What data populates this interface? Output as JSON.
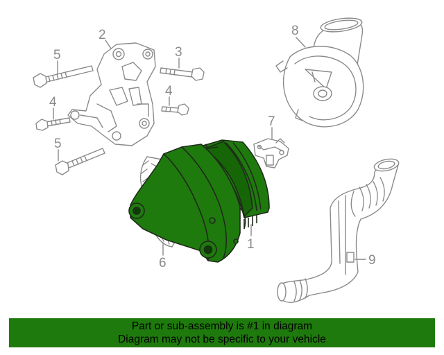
{
  "callouts": {
    "c1": "1",
    "c2": "2",
    "c3": "3",
    "c4a": "4",
    "c4b": "4",
    "c5a": "5",
    "c5b": "5",
    "c6": "6",
    "c7": "7",
    "c8": "8",
    "c9": "9"
  },
  "banner": {
    "line1": "Part or sub-assembly is #1 in diagram",
    "line2": "Diagram may not be specific to your vehicle"
  },
  "colors": {
    "highlight": "#1f7a0d",
    "linework": "#8a8a8a"
  }
}
